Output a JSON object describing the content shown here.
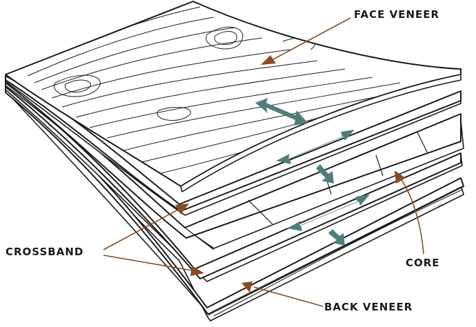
{
  "labels": {
    "face_veneer": "FACE VENEER",
    "crossband": "CROSSBAND",
    "core": "CORE",
    "back_veneer": "BACK VENEER"
  },
  "colors": {
    "direction_arrow": "#4d7e7c",
    "leader_line": "#8a4a22",
    "outline": "#1a1a1a",
    "background": "#ffffff"
  },
  "icons": {
    "direction_arrows": "double-headed-arrow",
    "leader_arrows": "arrow"
  }
}
